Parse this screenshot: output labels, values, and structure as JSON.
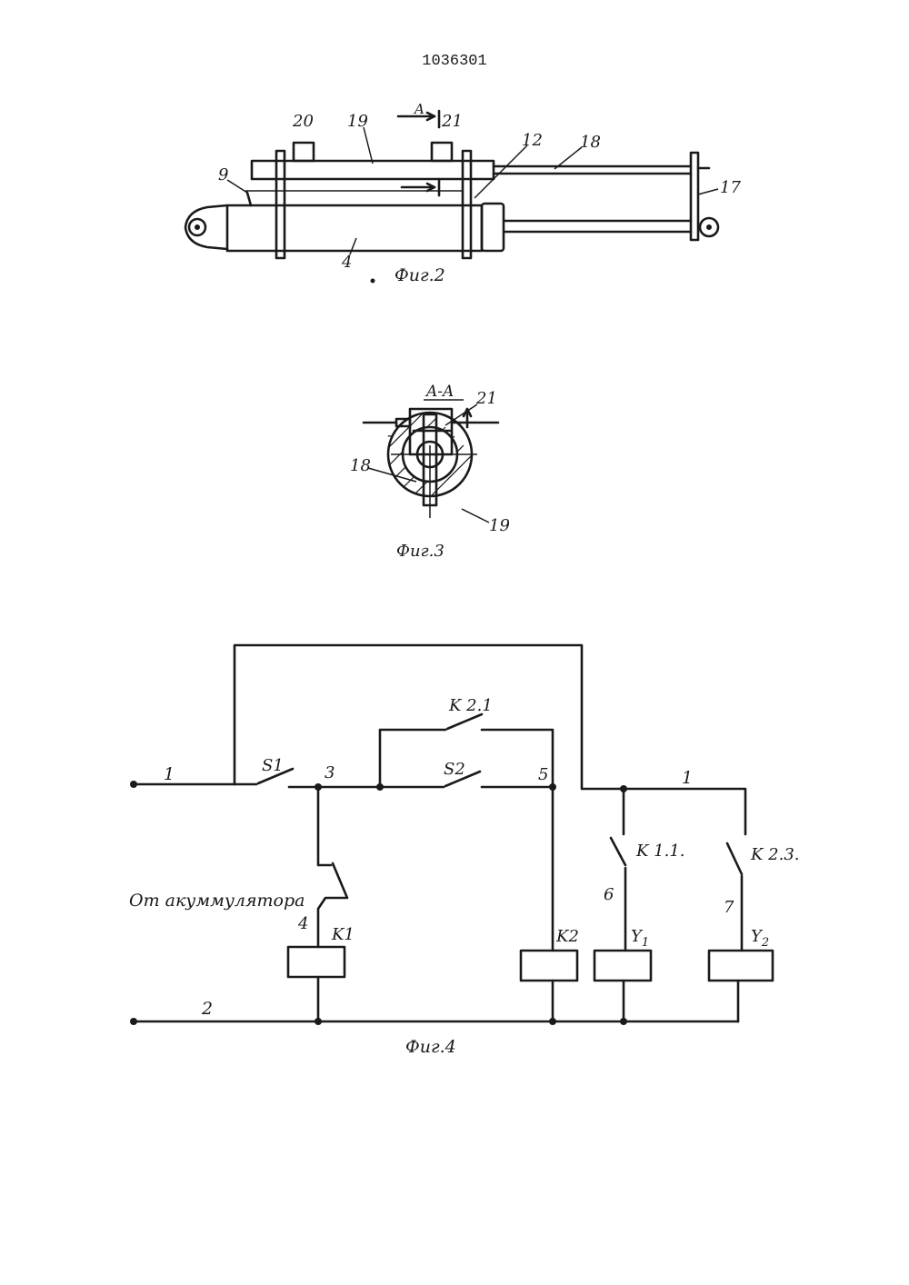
{
  "document_number": "1036301",
  "fig2": {
    "caption": "Фиг.2",
    "section_mark": "A",
    "labels": {
      "l20": "20",
      "l19": "19",
      "l21": "21",
      "l12": "12",
      "l18": "18",
      "l9": "9",
      "l17": "17",
      "l4": "4"
    }
  },
  "fig3": {
    "caption": "Фиг.3",
    "section_title": "A-A",
    "labels": {
      "l21": "21",
      "l18": "18",
      "l19": "19"
    },
    "minus_sign": "-"
  },
  "fig4": {
    "caption": "Фиг.4",
    "note": "От акуммулятора",
    "labels": {
      "wire1_left": "1",
      "wire1_right": "1",
      "wire2": "2",
      "node3": "3",
      "node5": "5",
      "node4": "4",
      "node6": "6",
      "node7": "7",
      "S1": "S1",
      "S2": "S2",
      "K21": "K 2.1",
      "K11": "K 1.1.",
      "K23": "K 2.3.",
      "K1": "K1",
      "K2": "K2",
      "Y1": "Y",
      "Y1_sub": "1",
      "Y2": "Y",
      "Y2_sub": "2"
    }
  }
}
